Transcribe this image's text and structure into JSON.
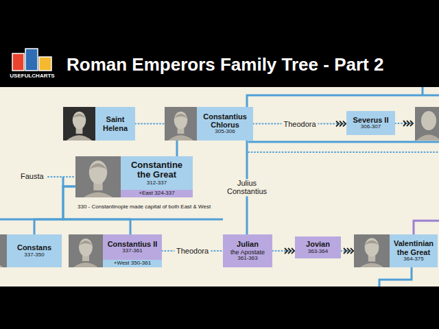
{
  "diagram": {
    "title": "Roman Emperors Family Tree - Part 2",
    "nodes": [
      {
        "text": [
          "Saint Helena"
        ]
      },
      {
        "text": [
          "Constantius Chlorus",
          "305-306"
        ]
      },
      {
        "text": [
          "Severus II",
          "306-307"
        ]
      },
      {
        "text": [
          "Constantine the Great",
          "312-337",
          "+East 324-337"
        ]
      },
      {
        "text": [
          "Constans",
          "337-350"
        ]
      },
      {
        "text": [
          "Constantius II",
          "337-361",
          "+West 350-361"
        ]
      },
      {
        "text": [
          "Julian",
          "the Apostate",
          "361-363"
        ]
      },
      {
        "text": [
          "Jovian",
          "363-364"
        ]
      },
      {
        "text": [
          "Valentinian the Great",
          "364-375"
        ]
      }
    ],
    "edges": [
      {
        "from": 0,
        "to": 1,
        "arrow": "none"
      },
      {
        "from": 1,
        "to": 2,
        "label": "Theodora",
        "arrow": "to"
      },
      {
        "from": 1,
        "to": 3,
        "arrow": "none"
      },
      {
        "from": 1,
        "to": 6,
        "label": "Julius Constantius",
        "arrow": "none"
      },
      {
        "from": 3,
        "to": 4,
        "arrow": "none"
      },
      {
        "from": 3,
        "to": 5,
        "arrow": "none"
      },
      {
        "from": 5,
        "to": 6,
        "label": "Theodora",
        "arrow": "none"
      },
      {
        "from": 6,
        "to": 7,
        "arrow": "to"
      },
      {
        "from": 7,
        "to": 8,
        "arrow": "to"
      }
    ],
    "labels": [
      "USEFULCHARTS",
      "Fausta",
      "330 - Constantinople made capital of both East & West"
    ]
  }
}
